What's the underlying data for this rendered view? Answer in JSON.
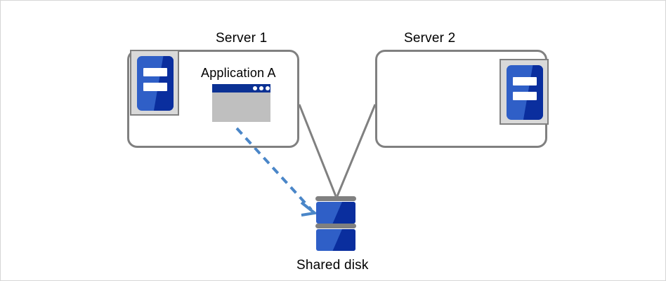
{
  "diagram": {
    "title_text": "",
    "servers": [
      {
        "id": "server-1",
        "label": "Server 1",
        "icon_name": "server-icon",
        "has_application": true,
        "icon_position": "top-left"
      },
      {
        "id": "server-2",
        "label": "Server 2",
        "icon_name": "server-icon",
        "has_application": false,
        "icon_position": "top-right"
      }
    ],
    "application": {
      "label": "Application A",
      "icon_name": "application-window-icon",
      "window_dots": 3
    },
    "storage": {
      "label": "Shared disk",
      "icon_name": "disk-stack-icon",
      "platters": 2
    },
    "connectors": [
      {
        "name": "server1-to-disk-link",
        "style": "solid",
        "color": "#808080",
        "from": "server-1",
        "to": "shared-disk"
      },
      {
        "name": "server2-to-disk-link",
        "style": "solid",
        "color": "#808080",
        "from": "server-2",
        "to": "shared-disk"
      },
      {
        "name": "application-to-disk-access",
        "style": "dashed",
        "color": "#4a86c8",
        "from": "application-a",
        "to": "shared-disk",
        "arrowhead": true
      }
    ],
    "colors": {
      "box_border": "#808080",
      "icon_plate": "#d9d9d9",
      "blue_light": "#2f5fc7",
      "blue_dark": "#0a2e9e",
      "title_bar": "#0b3194",
      "window_body": "#bfbfbf",
      "access_arrow": "#4a86c8",
      "canvas_border": "#d6d6d6",
      "text": "#000000"
    }
  }
}
